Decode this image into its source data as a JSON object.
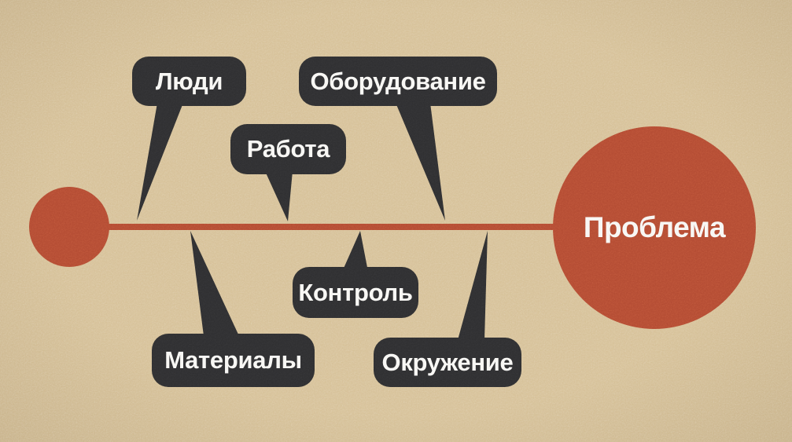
{
  "diagram": {
    "type": "fishbone",
    "problem": {
      "label": "Проблема"
    },
    "branches": [
      {
        "id": "people",
        "label": "Люди",
        "side": "top"
      },
      {
        "id": "work",
        "label": "Работа",
        "side": "top"
      },
      {
        "id": "equipment",
        "label": "Оборудование",
        "side": "top"
      },
      {
        "id": "materials",
        "label": "Материалы",
        "side": "bottom"
      },
      {
        "id": "control",
        "label": "Контроль",
        "side": "bottom"
      },
      {
        "id": "environment",
        "label": "Окружение",
        "side": "bottom"
      }
    ],
    "colors": {
      "background": "#d6c096",
      "accent": "#b24a32",
      "bubble": "#2e2e30",
      "label_text": "#f8f7f4"
    }
  }
}
